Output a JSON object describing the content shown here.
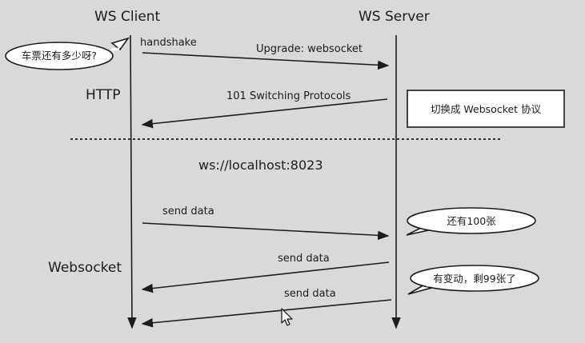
{
  "participants": {
    "client": "WS Client",
    "server": "WS Server"
  },
  "sections": {
    "http": "HTTP",
    "websocket": "Websocket"
  },
  "messages": {
    "handshake": "handshake",
    "upgrade": "Upgrade: websocket",
    "switching": "101 Switching Protocols",
    "url": "ws://localhost:8023",
    "send_data": "send data"
  },
  "notes": {
    "client_question": "车票还有多少呀?",
    "switch_protocol": "切换成 Websocket 协议",
    "remaining": "还有100张",
    "changed": "有变动，剩99张了"
  },
  "icons": {
    "cursor": "mouse-pointer-icon"
  }
}
